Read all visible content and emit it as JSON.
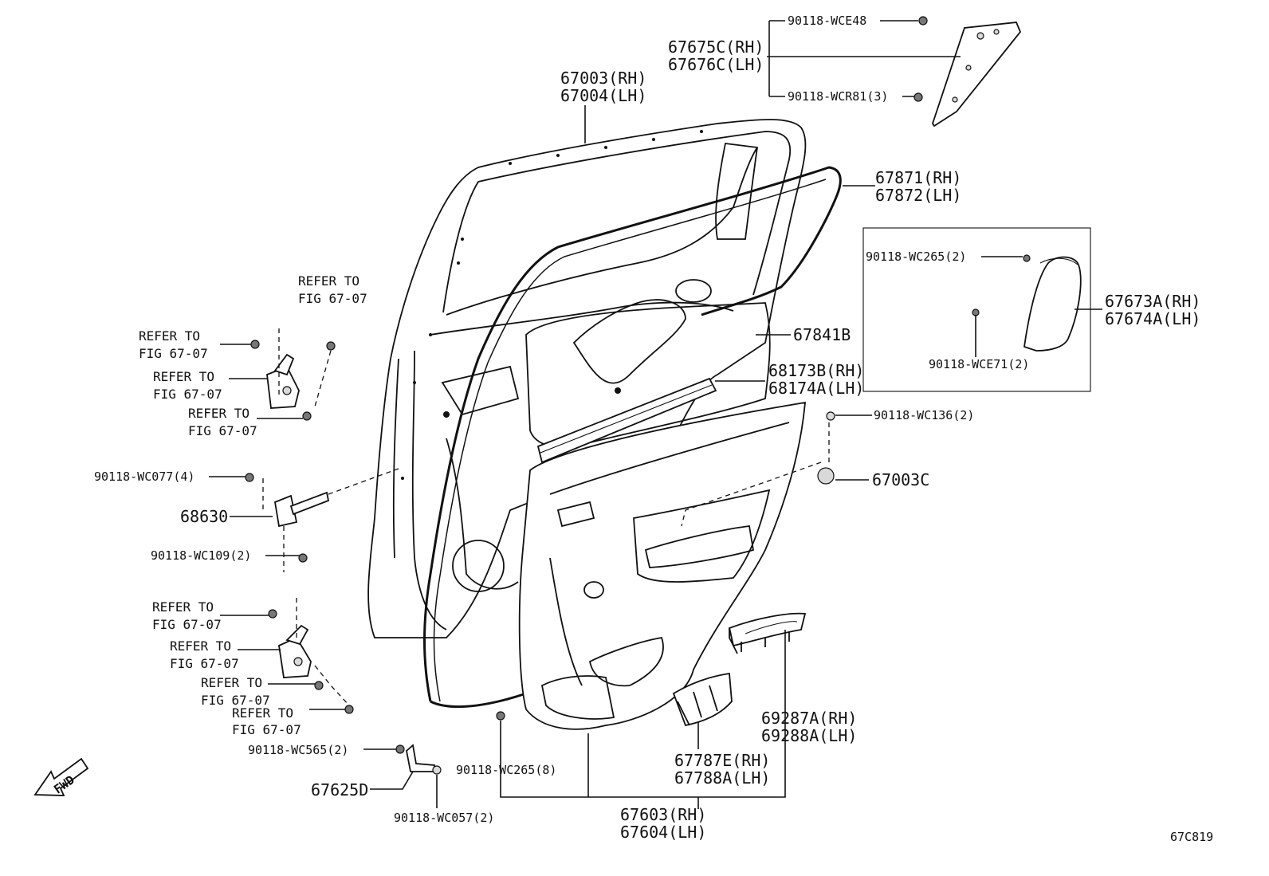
{
  "diagram": {
    "fig_code": "67C819",
    "fwd_label": "FWD",
    "refer": {
      "line1": "REFER TO",
      "line2": "FIG 67-07"
    },
    "parts": {
      "p_67003_rh": "67003(RH)",
      "p_67004_lh": "67004(LH)",
      "p_67675c_rh": "67675C(RH)",
      "p_67676c_lh": "67676C(LH)",
      "p_wce48": "90118-WCE48",
      "p_wcr81": "90118-WCR81(3)",
      "p_67871_rh": "67871(RH)",
      "p_67872_lh": "67872(LH)",
      "p_wc265_box": "90118-WC265(2)",
      "p_wce71": "90118-WCE71(2)",
      "p_67673a_rh": "67673A(RH)",
      "p_67674a_lh": "67674A(LH)",
      "p_67841b": "67841B",
      "p_68173b_rh": "68173B(RH)",
      "p_68174a_lh": "68174A(LH)",
      "p_wc136": "90118-WC136(2)",
      "p_67003c": "67003C",
      "p_wc077": "90118-WC077(4)",
      "p_68630": "68630",
      "p_wc109": "90118-WC109(2)",
      "p_wc565": "90118-WC565(2)",
      "p_67625d": "67625D",
      "p_wc057": "90118-WC057(2)",
      "p_wc265_8": "90118-WC265(8)",
      "p_67603_rh": "67603(RH)",
      "p_67604_lh": "67604(LH)",
      "p_67787e_rh": "67787E(RH)",
      "p_67788a_lh": "67788A(LH)",
      "p_69287a_rh": "69287A(RH)",
      "p_69288a_lh": "69288A(LH)"
    }
  }
}
